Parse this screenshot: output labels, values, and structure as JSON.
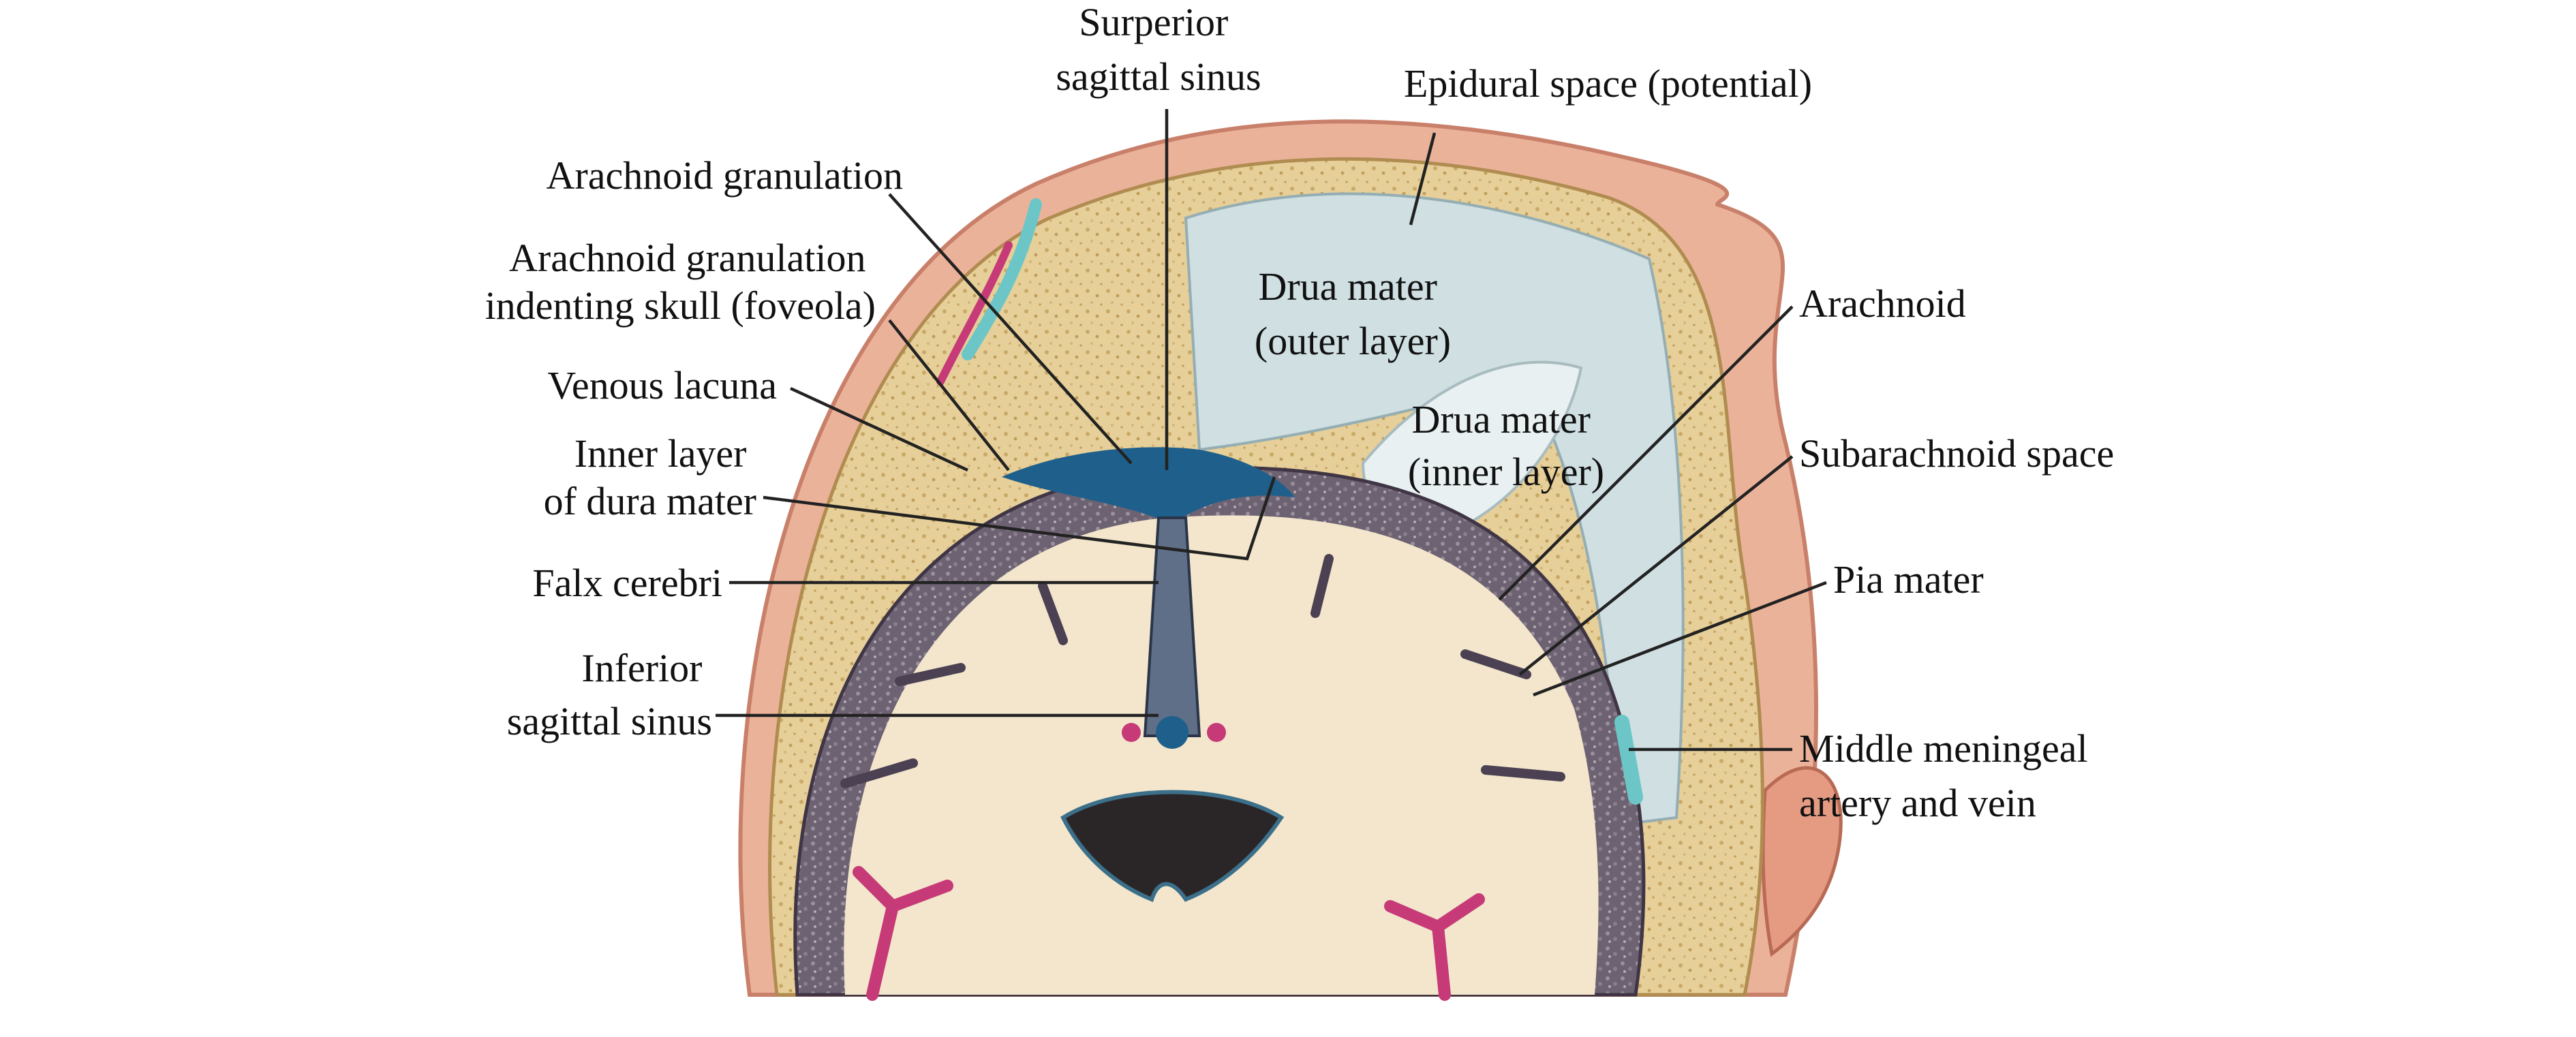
{
  "labels": {
    "superior_sagittal_sinus": [
      "Surperior",
      "sagittal sinus"
    ],
    "epidural_space": "Epidural space (potential)",
    "arachnoid_granulation": "Arachnoid granulation",
    "arachnoid_granulation_foveola": [
      "Arachnoid granulation",
      "indenting skull (foveola)"
    ],
    "dura_outer": [
      "Drua mater",
      "(outer layer)"
    ],
    "dura_inner": [
      "Drua mater",
      "(inner layer)"
    ],
    "venous_lacuna": "Venous lacuna",
    "inner_layer_dura": [
      "Inner layer",
      "of dura mater"
    ],
    "falx_cerebri": "Falx cerebri",
    "inferior_sagittal_sinus": [
      "Inferior",
      "sagittal sinus"
    ],
    "arachnoid": "Arachnoid",
    "subarachnoid_space": "Subarachnoid space",
    "pia_mater": "Pia mater",
    "middle_meningeal": [
      "Middle meningeal",
      "artery and vein"
    ]
  },
  "colors": {
    "scalp": "#e8a98f",
    "bone": "#e9d5a6",
    "dura": "#c9dadd",
    "sinus": "#1f5f8c",
    "artery": "#c63a78",
    "vein": "#6cc6c8",
    "brain": "#f3e6cc",
    "cortex_gray": "#5a4e5e"
  }
}
